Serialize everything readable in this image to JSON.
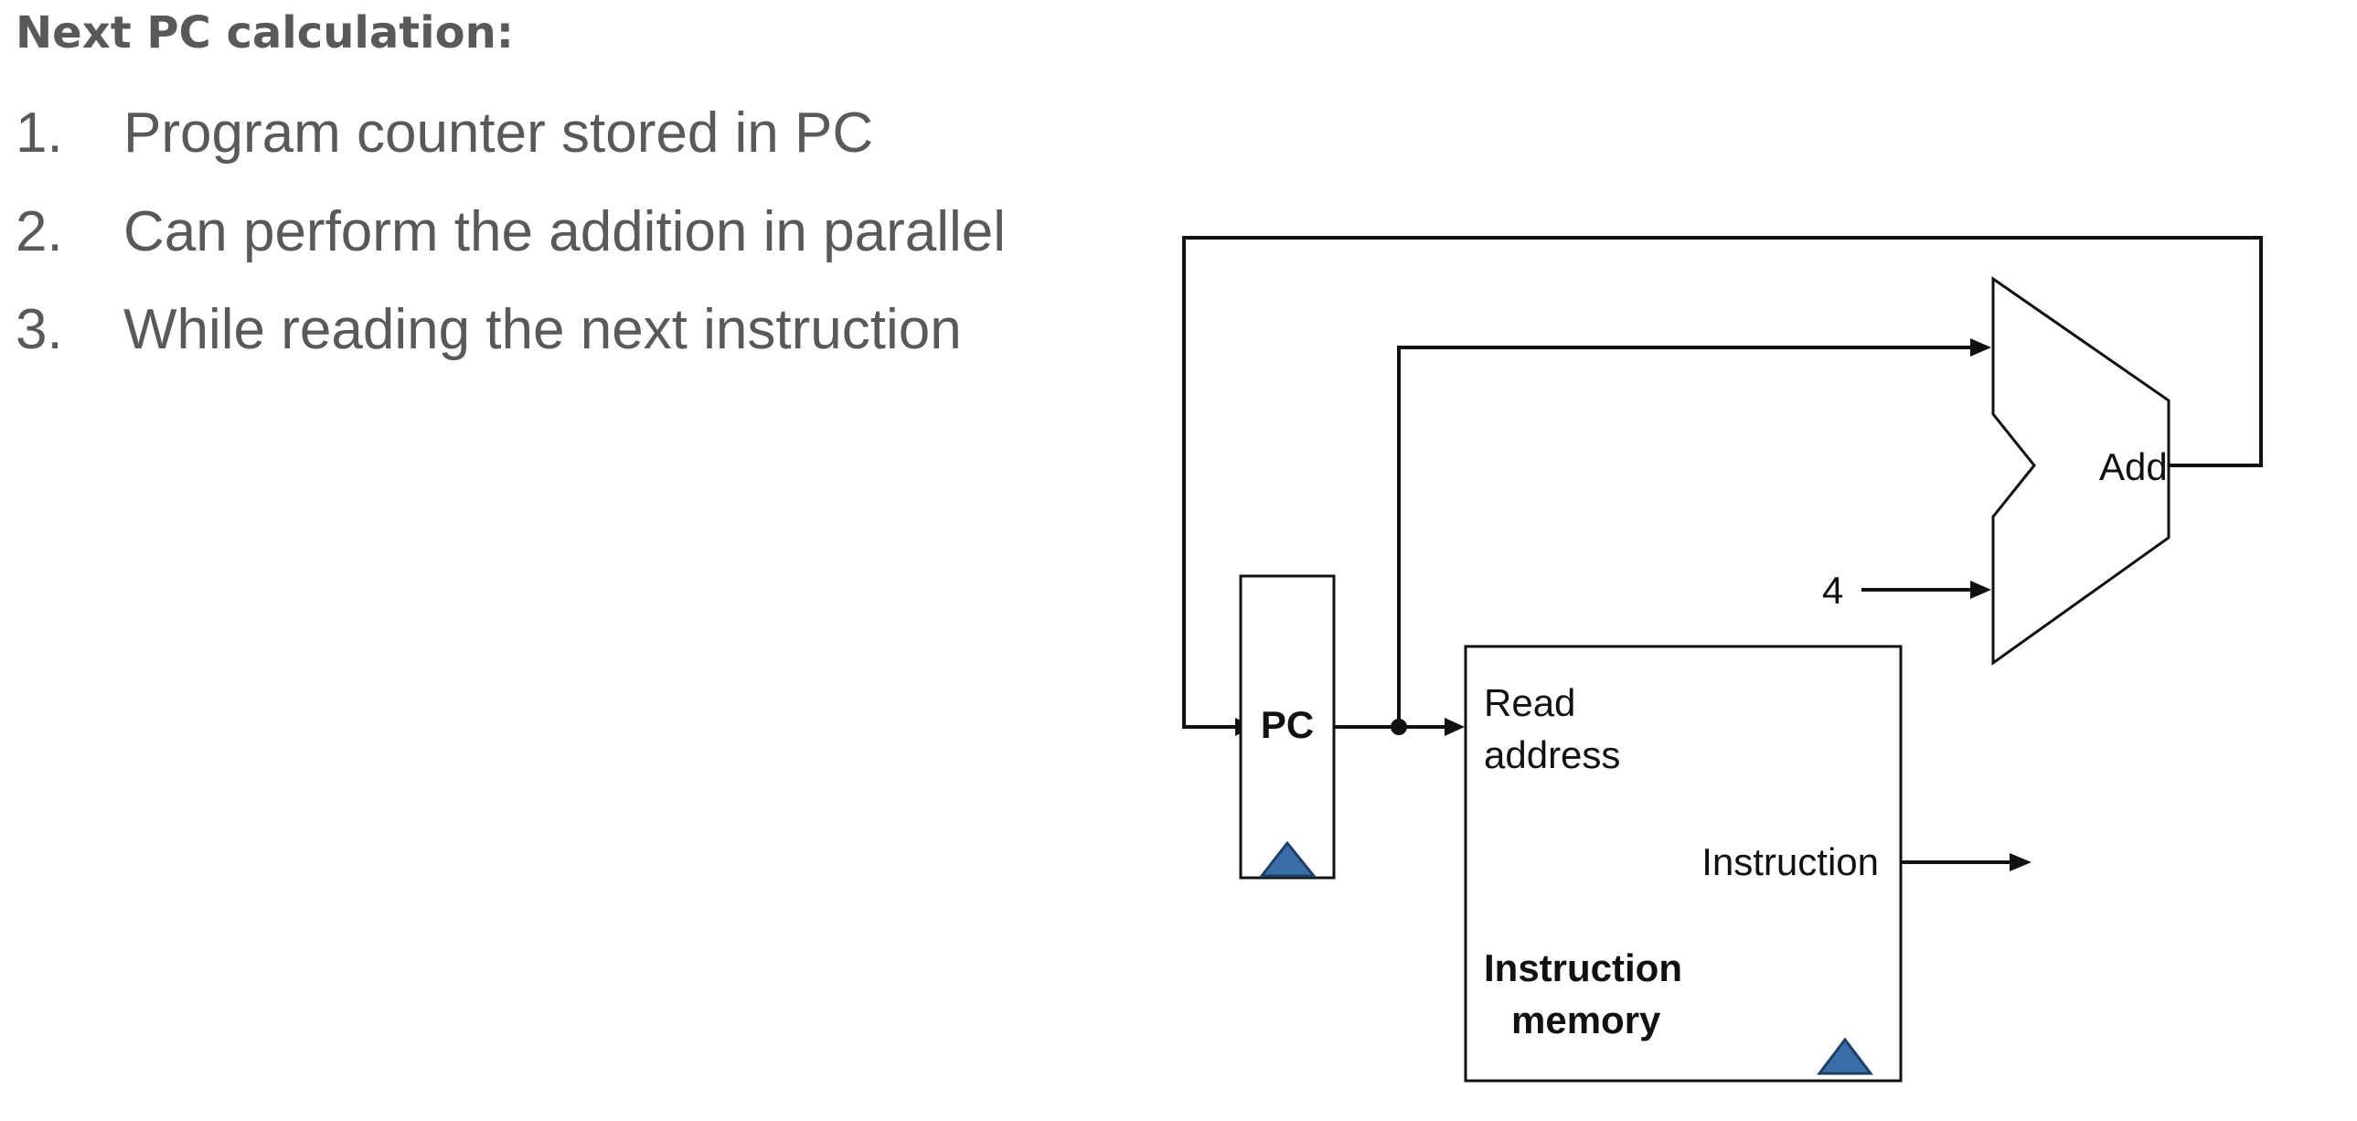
{
  "heading": "Next PC calculation:",
  "steps": [
    {
      "number": "1.",
      "text": "Program counter stored in PC"
    },
    {
      "number": "2.",
      "text": "Can perform the addition in parallel"
    },
    {
      "number": "3.",
      "text": "While reading the next instruction"
    }
  ],
  "diagram": {
    "pc_label": "PC",
    "adder_label": "Add",
    "constant_label": "4",
    "read_address_line1": "Read",
    "read_address_line2": "address",
    "instruction_output_label": "Instruction",
    "memory_title_line1": "Instruction",
    "memory_title_line2": "memory",
    "colors": {
      "line": "#111111",
      "clock_triangle_fill": "#3a6ea8",
      "clock_triangle_stroke": "#1f3f66",
      "text": "#595959"
    }
  }
}
